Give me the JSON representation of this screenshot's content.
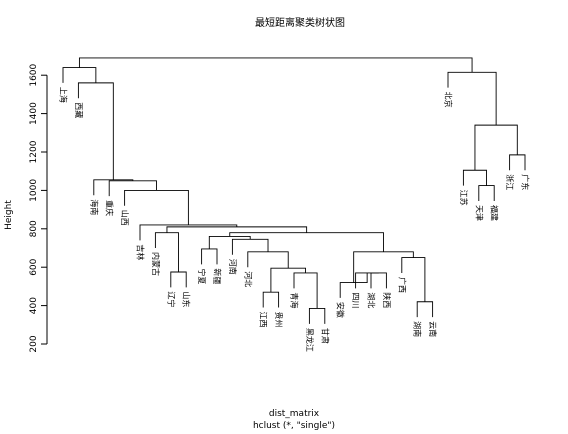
{
  "chart_data": {
    "type": "dendrogram",
    "title": "最短距离聚类树状图",
    "ylabel": "Height",
    "xlabel": "dist_matrix",
    "subtitle": "hclust (*, \"single\")",
    "ylim": [
      200,
      1700
    ],
    "yticks": [
      200,
      400,
      600,
      800,
      1000,
      1200,
      1400,
      1600
    ],
    "leaves": [
      "上海",
      "西藏",
      "海南",
      "重庆",
      "山西",
      "吉林",
      "内蒙古",
      "辽宁",
      "山东",
      "宁夏",
      "新疆",
      "河南",
      "河北",
      "江西",
      "贵州",
      "青海",
      "黑龙江",
      "甘肃",
      "安徽",
      "四川",
      "湖北",
      "陕西",
      "广西",
      "湖南",
      "云南",
      "北京",
      "江苏",
      "天津",
      "福建",
      "浙江",
      "广东"
    ],
    "merges": [
      {
        "id": "m1",
        "left": "天津",
        "right": "福建",
        "height": 1025
      },
      {
        "id": "m2",
        "left": "浙江",
        "right": "广东",
        "height": 1185
      },
      {
        "id": "m3",
        "left": "江苏",
        "right": "m1",
        "height": 1105
      },
      {
        "id": "m4",
        "left": "m3",
        "right": "m2",
        "height": 1340
      },
      {
        "id": "m5",
        "left": "北京",
        "right": "m4",
        "height": 1615
      },
      {
        "id": "m6",
        "left": "湖南",
        "right": "云南",
        "height": 420
      },
      {
        "id": "m7",
        "left": "广西",
        "right": "m6",
        "height": 650
      },
      {
        "id": "m8",
        "left": "湖北",
        "right": "陕西",
        "height": 570
      },
      {
        "id": "m9",
        "left": "四川",
        "right": "m8",
        "height": 570
      },
      {
        "id": "m10",
        "left": "安徽",
        "right": "m9",
        "height": 520
      },
      {
        "id": "m11",
        "left": "m10",
        "right": "m7",
        "height": 680
      },
      {
        "id": "m12",
        "left": "黑龙江",
        "right": "甘肃",
        "height": 385
      },
      {
        "id": "m13",
        "left": "青海",
        "right": "m12",
        "height": 570
      },
      {
        "id": "m14",
        "left": "江西",
        "right": "贵州",
        "height": 470
      },
      {
        "id": "m15",
        "left": "m14",
        "right": "m13",
        "height": 595
      },
      {
        "id": "m16",
        "left": "河北",
        "right": "m15",
        "height": 680
      },
      {
        "id": "m17",
        "left": "河南",
        "right": "m16",
        "height": 745
      },
      {
        "id": "m18",
        "left": "宁夏",
        "right": "新疆",
        "height": 695
      },
      {
        "id": "m19",
        "left": "m18",
        "right": "m17",
        "height": 760
      },
      {
        "id": "m20",
        "left": "m19",
        "right": "m11",
        "height": 780
      },
      {
        "id": "m21",
        "left": "辽宁",
        "right": "山东",
        "height": 575
      },
      {
        "id": "m22",
        "left": "内蒙古",
        "right": "m21",
        "height": 780
      },
      {
        "id": "m23",
        "left": "m22",
        "right": "m20",
        "height": 810
      },
      {
        "id": "m24",
        "left": "吉林",
        "right": "m23",
        "height": 820
      },
      {
        "id": "m25",
        "left": "山西",
        "right": "m24",
        "height": 1000
      },
      {
        "id": "m26",
        "left": "重庆",
        "right": "m25",
        "height": 1050
      },
      {
        "id": "m27",
        "left": "海南",
        "right": "m26",
        "height": 1055
      },
      {
        "id": "m28",
        "left": "西藏",
        "right": "m27",
        "height": 1560
      },
      {
        "id": "m29",
        "left": "上海",
        "right": "m28",
        "height": 1640
      },
      {
        "id": "m30",
        "left": "m29",
        "right": "m5",
        "height": 1690
      }
    ]
  }
}
